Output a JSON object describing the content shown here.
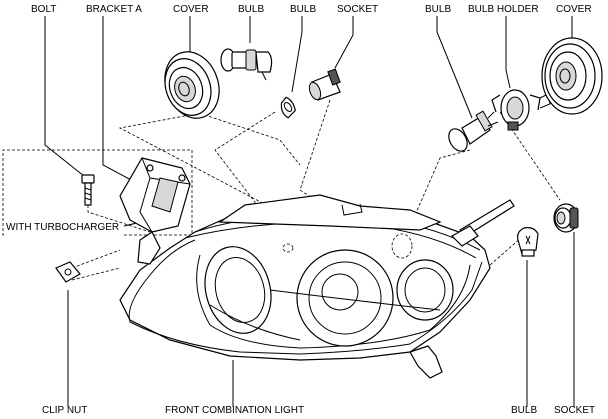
{
  "labels": {
    "bolt": "BOLT",
    "bracket_a": "BRACKET A",
    "cover_left": "COVER",
    "bulb_1": "BULB",
    "bulb_2": "BULB",
    "socket_top": "SOCKET",
    "bulb_3": "BULB",
    "bulb_holder": "BULB HOLDER",
    "cover_right": "COVER",
    "with_turbocharger": "WITH TURBOCHARGER",
    "clip_nut": "CLIP NUT",
    "front_combination_light": "FRONT COMBINATION LIGHT",
    "bulb_bottom": "BULB",
    "socket_bottom": "SOCKET"
  }
}
